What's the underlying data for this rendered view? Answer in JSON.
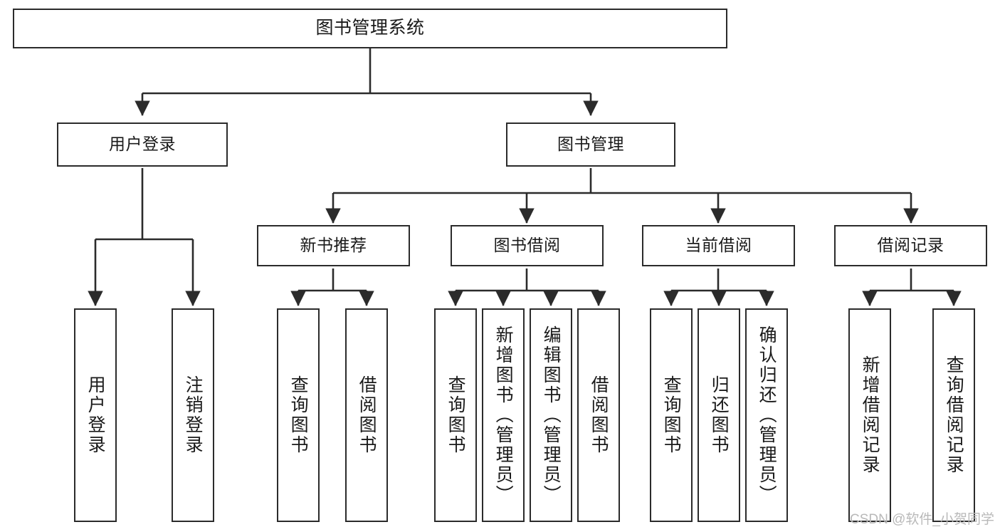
{
  "diagram": {
    "title": "图书管理系统",
    "type": "hierarchy-tree",
    "style": {
      "box_border_color": "#2b2b2b",
      "box_fill_color": "#ffffff",
      "connector_color": "#2b2b2b",
      "text_color": "#1a1a1a",
      "background": "#ffffff"
    },
    "nodes": {
      "root": {
        "label": "图书管理系统",
        "level": 1
      },
      "level2": [
        {
          "label": "用户登录",
          "level": 2
        },
        {
          "label": "图书管理",
          "level": 2
        }
      ],
      "level3": [
        {
          "label": "新书推荐",
          "level": 3
        },
        {
          "label": "图书借阅",
          "level": 3
        },
        {
          "label": "当前借阅",
          "level": 3
        },
        {
          "label": "借阅记录",
          "level": 3
        }
      ],
      "leaves": {
        "user_login": [
          {
            "label": "用户登录"
          },
          {
            "label": "注销登录"
          }
        ],
        "new_book_recommend": [
          {
            "label": "查询图书"
          },
          {
            "label": "借阅图书"
          }
        ],
        "book_borrow": [
          {
            "label": "查询图书"
          },
          {
            "label": "新增图书（管理员）"
          },
          {
            "label": "编辑图书（管理员）"
          },
          {
            "label": "借阅图书"
          }
        ],
        "current_borrow": [
          {
            "label": "查询图书"
          },
          {
            "label": "归还图书"
          },
          {
            "label": "确认归还（管理员）"
          }
        ],
        "borrow_record": [
          {
            "label": "新增借阅记录"
          },
          {
            "label": "查询借阅记录"
          }
        ]
      }
    },
    "watermark": "CSDN @软件_小贺同学"
  }
}
